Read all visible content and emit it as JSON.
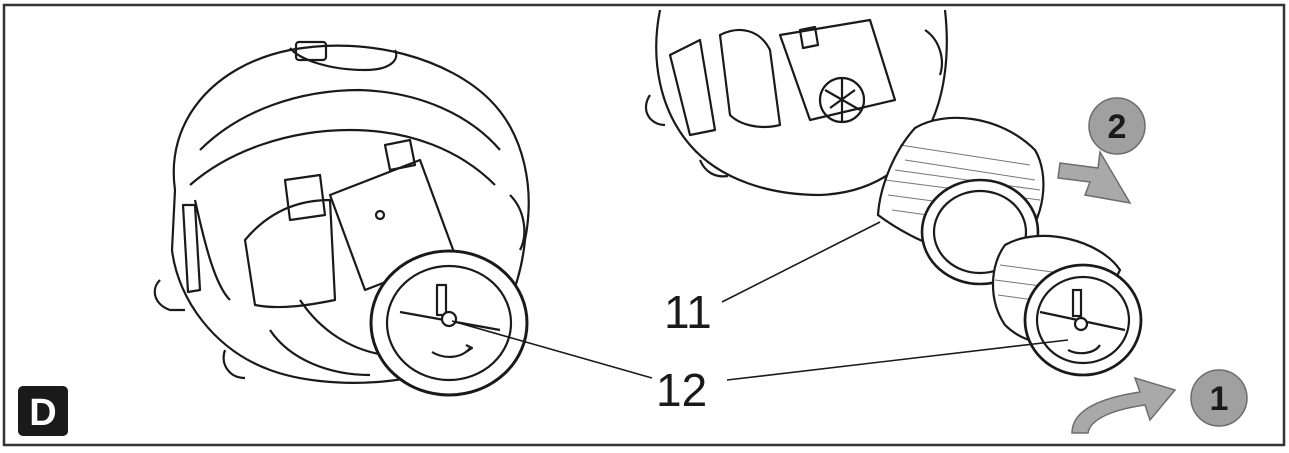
{
  "panel": {
    "letter": "D"
  },
  "callouts": {
    "filter_label": "11",
    "cover_label": "12"
  },
  "steps": {
    "step1": "1",
    "step2": "2"
  },
  "colors": {
    "line": "#1a1a1a",
    "arrow_fill": "#a9a9a9",
    "step_circle": "#a0a0a0",
    "frame": "#333333"
  }
}
